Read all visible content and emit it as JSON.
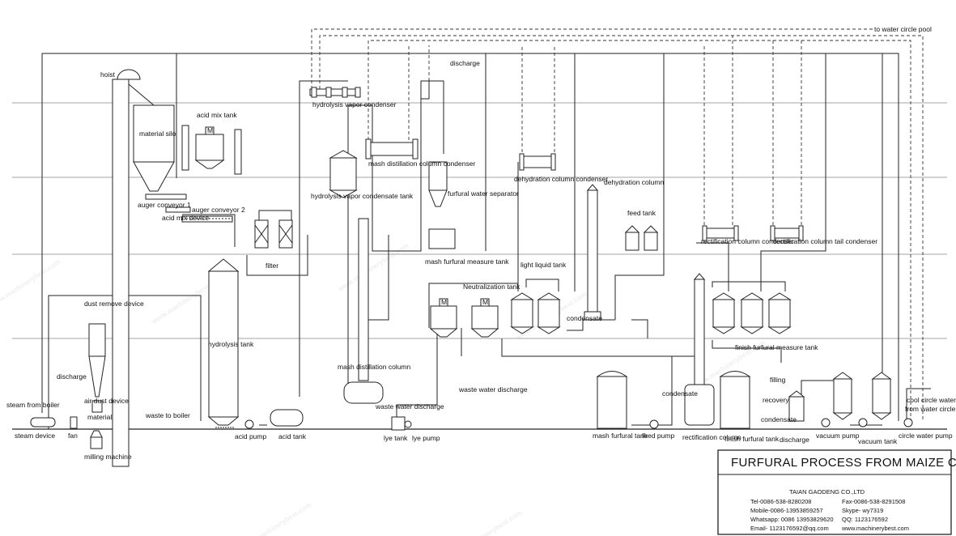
{
  "watermark": "www.machinerybest.com",
  "title": "FURFURAL PROCESS FROM MAIZE COB",
  "company": "TAIAN GAODENG CO.,LTD",
  "contacts": [
    "Tel-0086-538-8280208",
    "Fax-0086-538-8291508",
    "Mobile-0086-13953859257",
    "Skype- wy7319",
    "Whatsapp: 0086 13953829620",
    "QQ: 1123176592",
    "Email- 1123176592@qq.com",
    "www.machinerybest.com"
  ],
  "labels": {
    "to_water_circle_pool": "to water circle pool",
    "discharge_top": "discharge",
    "hoist": "hoist",
    "hydrolysis_vapor_condenser": "hydrolysis vapor condenser",
    "acid_mix_tank": "acid mix tank",
    "material_silo": "material silo",
    "mash_distillation_column_condenser": "mash distillation column condenser",
    "dehydration_column_condenser": "dehydration column condenser",
    "dehydration_column": "dehydration column",
    "hydrolysis_vapor_condensate_tank": "hydrolysis vapor condensate tank",
    "furfural_water_separator": "furfural water separator",
    "auger_conveyor_1": "auger conveyor 1",
    "acid_mix_device": "acid mix device",
    "auger_conveyor_2": "auger conveyor 2",
    "feed_tank": "feed tank",
    "rectification_column_condenser": "rectification column condenser",
    "rectification_column_tail_condenser": "rectification column tail condenser",
    "filter": "filter",
    "mash_furfural_measure_tank": "mash furfural measure tank",
    "light_liquid_tank": "light liquid tank",
    "neutralization_tank": "Neutralization tank",
    "dust_remove_device": "dust remove device",
    "hydrolysis_tank": "hydrolysis tank",
    "condensate": "condensate",
    "finish_furfural_measure_tank": "finish furfural measure tank",
    "mash_distillation_column": "mash distillation column",
    "discharge_left": "discharge",
    "waste_water_discharge_1": "waste water discharge",
    "filling": "filling",
    "steam_from_boiler": "steam from boiler",
    "air_dust_device": "air dust device",
    "material": "material",
    "waste_to_boiler": "waste to boiler",
    "waste_water_discharge_2": "waste water discharge",
    "recovery": "recovery",
    "cool_circle_water": "cool circle water",
    "from_water_circle_pool": "from water circle pool",
    "steam_device": "steam device",
    "fan": "fan",
    "acid_pump": "acid pump",
    "acid_tank": "acid tank",
    "lye_tank": "lye tank",
    "lye_pump": "lye pump",
    "mash_furfural_tank": "mash furfural tank",
    "feed_pump": "feed pump",
    "rectification_column": "rectification column",
    "finish_furfural_tank": "finish furfural tank",
    "discharge_bottom": "discharge",
    "vacuum_pump": "vacuum pump",
    "vacuum_tank": "vacuum tank",
    "circle_water_pump": "circle water pump",
    "milling_machine": "milling machine",
    "motor_symbol": "M"
  }
}
